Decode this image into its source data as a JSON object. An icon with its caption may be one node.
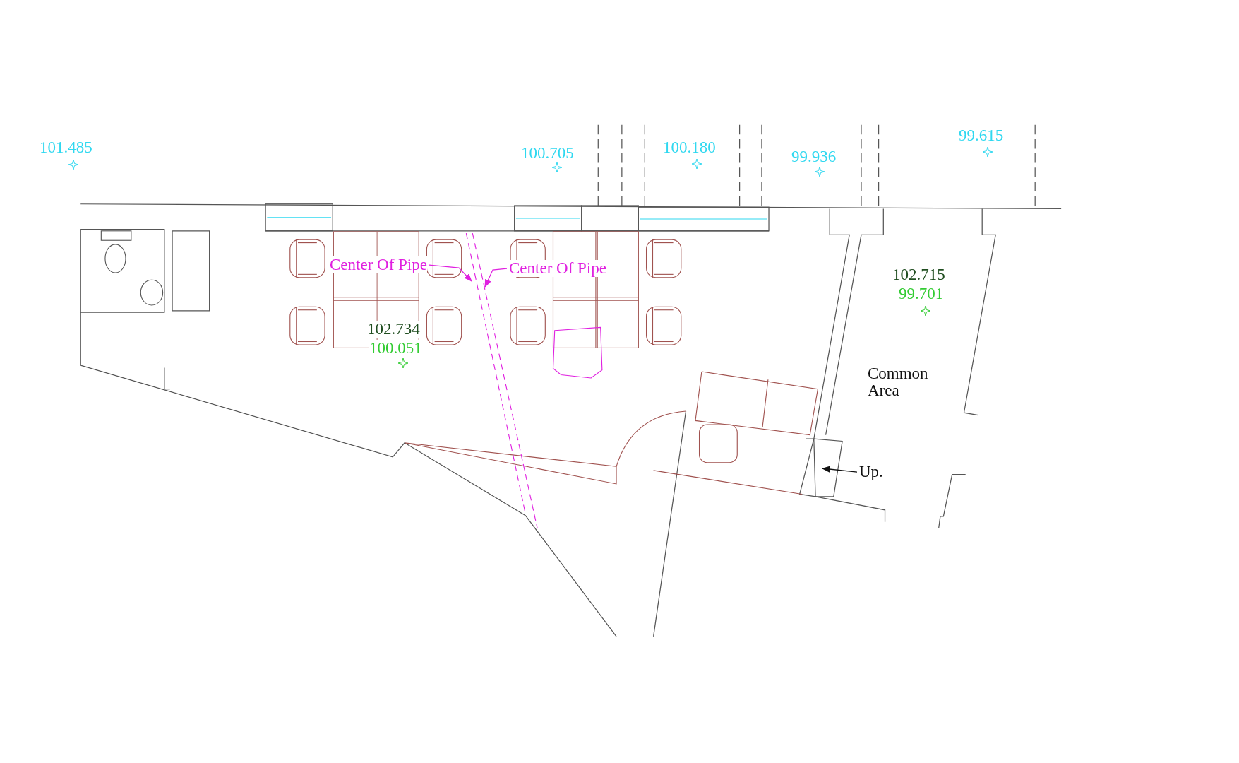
{
  "diagram": {
    "nodes": [
      {
        "text": [
          "Center Of Pipe"
        ]
      },
      {
        "text": [
          "Center Of Pipe"
        ]
      },
      {
        "text": [
          "Up."
        ]
      },
      {
        "text": [],
        "shape": "line"
      }
    ],
    "edges": [
      {
        "from": 0,
        "to": 3,
        "arrow": "to",
        "color": "#e020e0"
      },
      {
        "from": 1,
        "to": 3,
        "arrow": "to",
        "color": "#e020e0"
      },
      {
        "from": 2,
        "to": null,
        "arrow": "to",
        "color": "#111111"
      }
    ],
    "labels": [
      "101.485",
      "100.705",
      "100.180",
      "99.936",
      "99.615",
      "102.715",
      "99.701",
      "102.734",
      "100.051",
      "Common Area"
    ]
  }
}
